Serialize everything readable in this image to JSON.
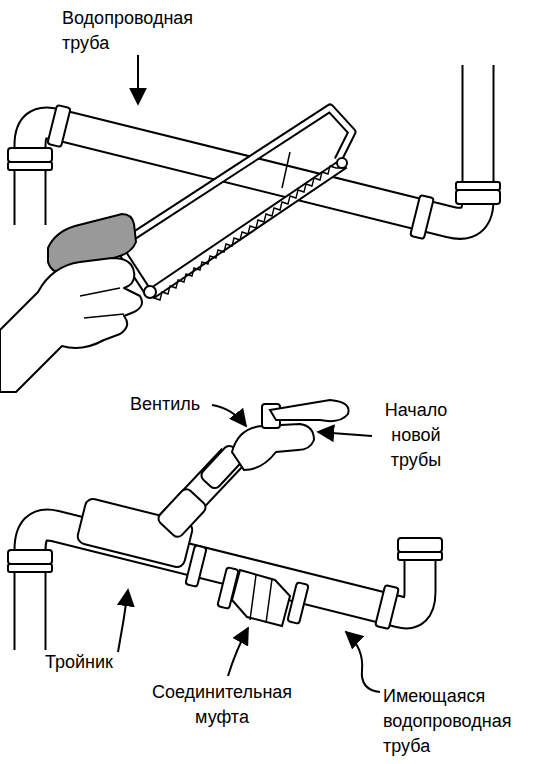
{
  "diagram": {
    "labels": [
      "Водопроводная труба",
      "Вентиль",
      "Начало новой трубы",
      "Тройник",
      "Соединительная муфта",
      "Имеющаяся водопроводная труба"
    ]
  }
}
